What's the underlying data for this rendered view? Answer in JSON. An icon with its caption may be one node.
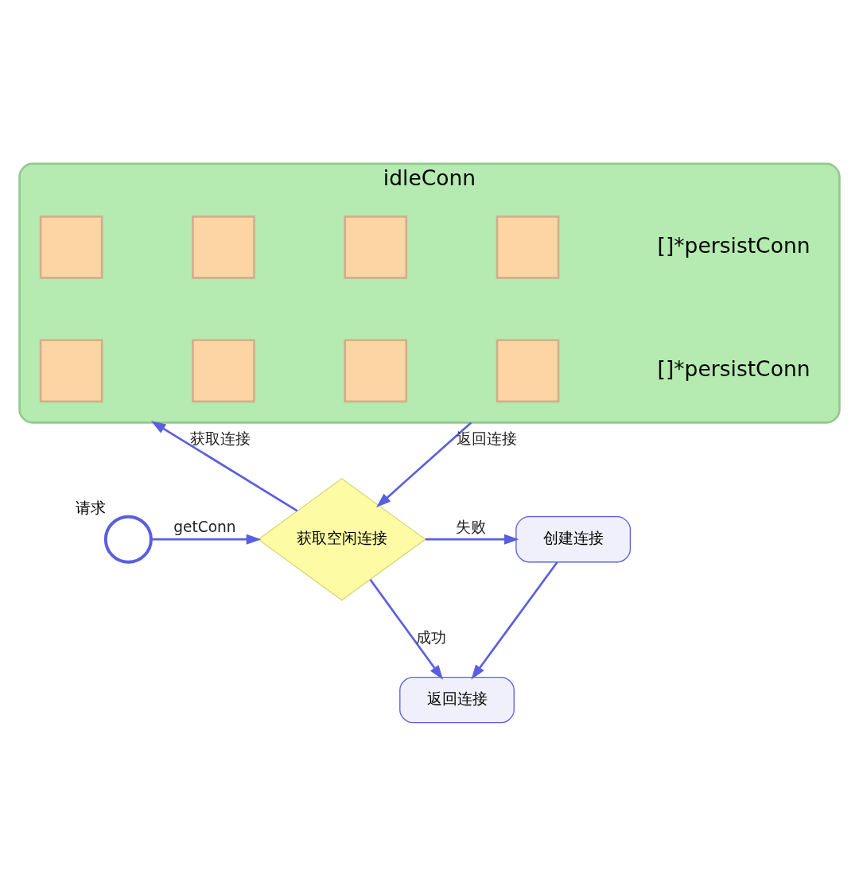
{
  "diagram": {
    "nodes": [
      {
        "text": [
          "idleConn"
        ]
      },
      {
        "text": [],
        "shape": "box",
        "in": 0
      },
      {
        "text": [],
        "shape": "box",
        "in": 0
      },
      {
        "text": [],
        "shape": "box",
        "in": 0
      },
      {
        "text": [],
        "shape": "box",
        "in": 0
      },
      {
        "text": [],
        "shape": "box",
        "in": 0
      },
      {
        "text": [],
        "shape": "box",
        "in": 0
      },
      {
        "text": [],
        "shape": "box",
        "in": 0
      },
      {
        "text": [],
        "shape": "box",
        "in": 0
      },
      {
        "text": [],
        "shape": "person",
        "beside": [
          "请求"
        ]
      },
      {
        "text": [
          "获取空闲连接"
        ]
      },
      {
        "text": [
          "创建连接"
        ]
      },
      {
        "text": [
          "返回连接"
        ]
      }
    ],
    "edges": [
      {
        "from": 10,
        "to": 0,
        "arrow": "to",
        "label": "获取连接"
      },
      {
        "from": 0,
        "to": 10,
        "arrow": "to",
        "label": "返回连接"
      },
      {
        "from": 9,
        "to": 10,
        "arrow": "to",
        "label": "getConn"
      },
      {
        "from": 10,
        "to": 11,
        "arrow": "to",
        "label": "失败"
      },
      {
        "from": 10,
        "to": 12,
        "arrow": "to",
        "label": "成功"
      },
      {
        "from": 11,
        "to": 12,
        "arrow": "to"
      }
    ],
    "labels": [
      "[]*persistConn",
      "[]*persistConn"
    ]
  }
}
